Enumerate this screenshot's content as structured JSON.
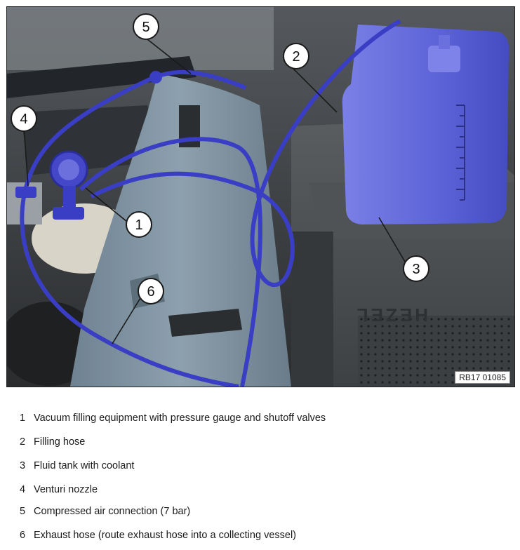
{
  "figure": {
    "reference": "RB17 01085",
    "callouts": [
      "1",
      "2",
      "3",
      "4",
      "5",
      "6"
    ],
    "tank_brand": "HEZEL"
  },
  "legend": [
    {
      "number": "1",
      "text": "Vacuum filling equipment with pressure gauge and shutoff valves"
    },
    {
      "number": "2",
      "text": "Filling hose"
    },
    {
      "number": "3",
      "text": "Fluid tank with coolant"
    },
    {
      "number": "4",
      "text": "Venturi nozzle"
    },
    {
      "number": "5",
      "text": "Compressed air connection (7 bar)"
    },
    {
      "number": "6",
      "text": "Exhaust hose (route exhaust hose into a collecting vessel)"
    }
  ],
  "colors": {
    "hose": "#3a3ec4",
    "tank": "#5b62d6",
    "cover": "#7f93a2",
    "crate": "#4a4d50"
  }
}
